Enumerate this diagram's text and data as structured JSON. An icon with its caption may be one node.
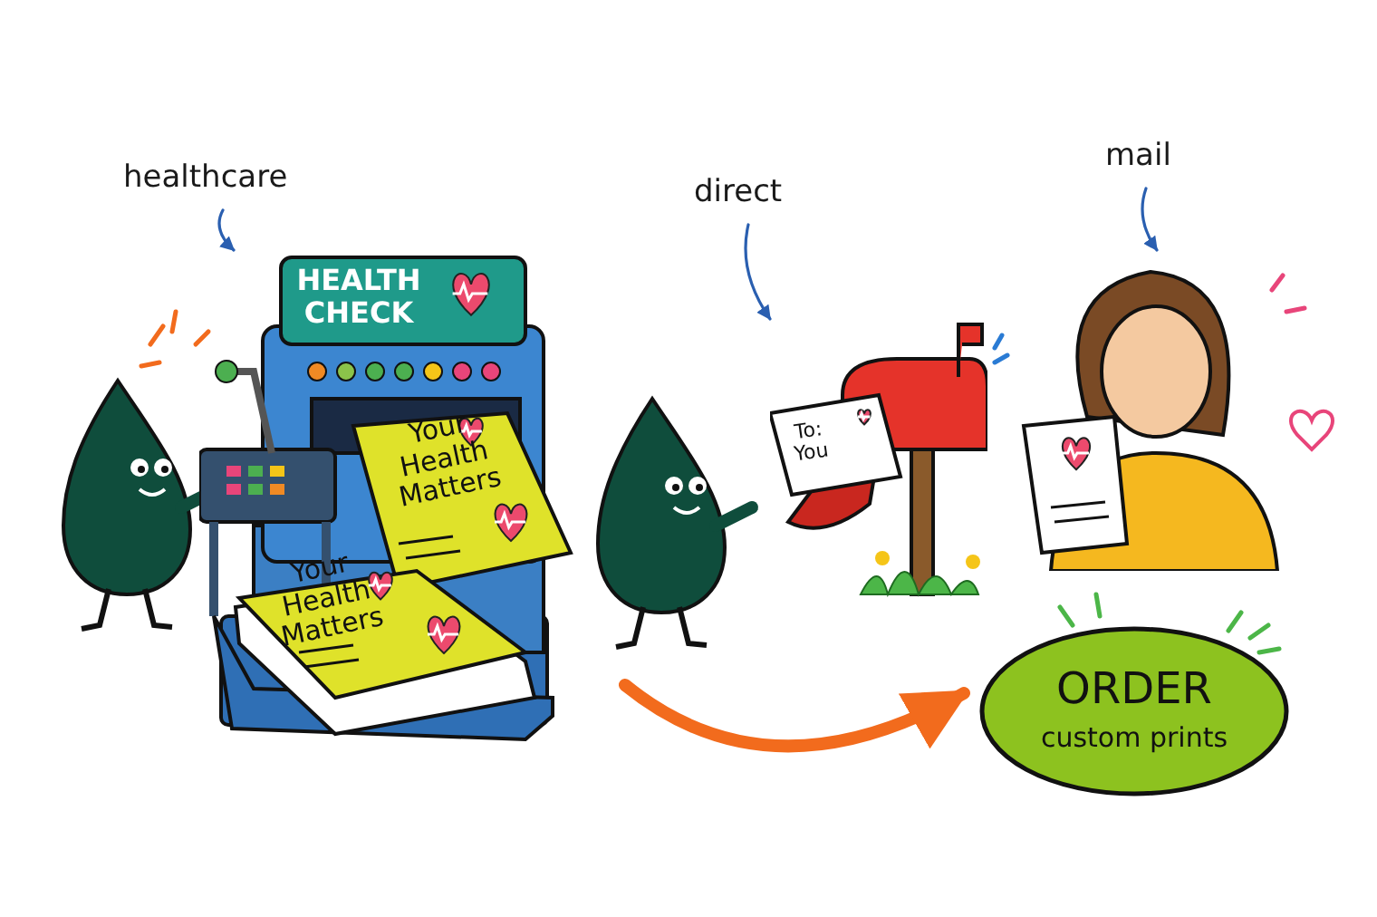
{
  "diagram": {
    "nodes": [
      {
        "text": [
          "healthcare"
        ]
      },
      {
        "text": [],
        "shape": "picture"
      },
      {
        "text": [
          "direct"
        ]
      },
      {
        "text": [],
        "shape": "picture"
      },
      {
        "text": [
          "mail"
        ]
      },
      {
        "text": [],
        "shape": "picture"
      },
      {
        "text": [
          "ORDER",
          "custom prints"
        ]
      }
    ],
    "edges": [
      {
        "from": 0,
        "to": 1,
        "arrow": "to"
      },
      {
        "from": 2,
        "to": 3,
        "arrow": "to"
      },
      {
        "from": 4,
        "to": 5,
        "arrow": "to"
      },
      {
        "from": null,
        "to": 6,
        "arrow": "to",
        "style": "thick",
        "color": "#f26b1d"
      }
    ],
    "labels": [
      "HEALTH CHECK",
      "Your Health Matters",
      "Your Health Matters",
      "To: You"
    ]
  }
}
